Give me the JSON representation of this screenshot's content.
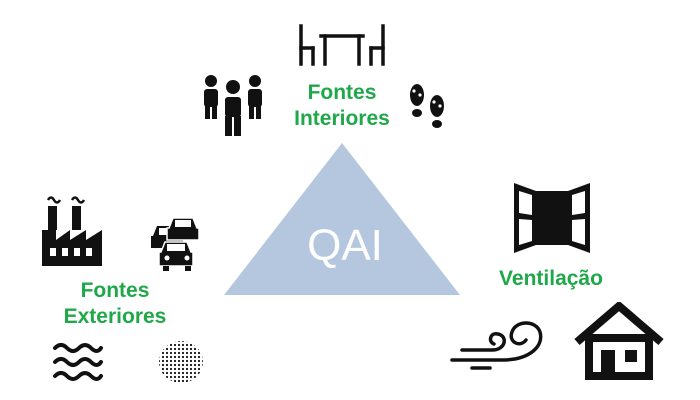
{
  "center": {
    "label": "QAI"
  },
  "nodes": {
    "interiores": {
      "line1": "Fontes",
      "line2": "Interiores"
    },
    "exteriores": {
      "line1": "Fontes",
      "line2": "Exteriores"
    },
    "ventilacao": {
      "label": "Ventilação"
    }
  },
  "colors": {
    "label_green": "#1fa84a",
    "triangle_fill": "#b5c7df",
    "icon": "#111111"
  },
  "icons": [
    "dining-table-chairs-icon",
    "people-group-icon",
    "footprints-icon",
    "factory-icon",
    "traffic-cars-icon",
    "water-waves-icon",
    "particles-icon",
    "open-window-icon",
    "wind-icon",
    "house-icon"
  ]
}
